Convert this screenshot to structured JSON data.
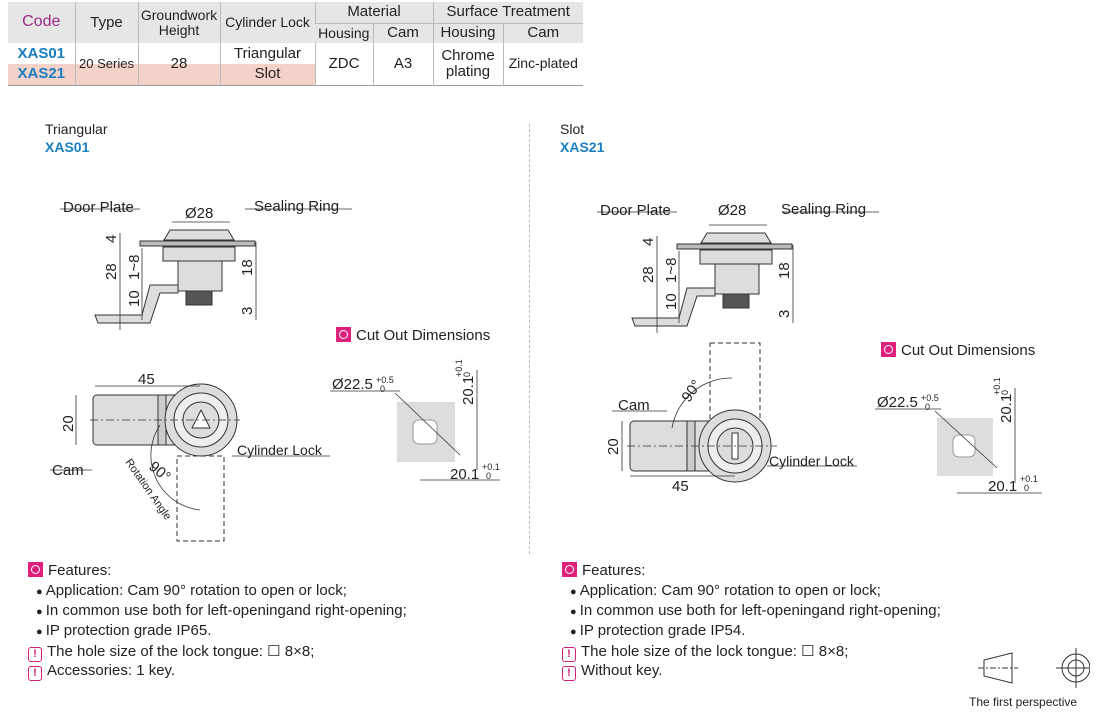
{
  "spec_table": {
    "headers": {
      "code": "Code",
      "type": "Type",
      "groundwork_height": "Groundwork Height",
      "cylinder_lock": "Cylinder Lock",
      "material": "Material",
      "surface_treatment": "Surface Treatment",
      "housing": "Housing",
      "cam": "Cam"
    },
    "rows": [
      {
        "code": "XAS01",
        "type": "20 Series",
        "height": "28",
        "cylinder_lock": "Triangular",
        "housing_material": "ZDC",
        "cam_material": "A3",
        "housing_surface": "Chrome plating",
        "cam_surface": "Zinc-plated"
      },
      {
        "code": "XAS21",
        "cylinder_lock": "Slot"
      }
    ]
  },
  "left": {
    "lock_type": "Triangular",
    "code": "XAS01",
    "labels": {
      "door_plate": "Door Plate",
      "diameter": "Ø28",
      "sealing_ring": "Sealing Ring",
      "d4": "4",
      "d28": "28",
      "d1_8": "1~8",
      "d10": "10",
      "d18": "18",
      "d3": "3",
      "d45": "45",
      "d20": "20",
      "cam": "Cam",
      "cylinder_lock": "Cylinder Lock",
      "angle": "90°",
      "rotation_angle": "Rotation Angle"
    },
    "cutout": {
      "title": "Cut Out Dimensions",
      "hole": "Ø22.5",
      "hole_tol_upper": "+0.5",
      "hole_tol_lower": "0",
      "side": "20.1",
      "side_tol_upper": "+0.1",
      "side_tol_lower": "0"
    },
    "features": {
      "title": "Features:",
      "items": [
        "Application: Cam 90° rotation to open or lock;",
        "In common use both for left-openingand right-opening;",
        "IP protection grade  IP65."
      ],
      "notes": [
        "The hole size of the lock tongue: ☐  8×8;",
        "Accessories: 1 key."
      ]
    }
  },
  "right": {
    "lock_type": "Slot",
    "code": "XAS21",
    "labels": {
      "door_plate": "Door Plate",
      "diameter": "Ø28",
      "sealing_ring": "Sealing Ring",
      "d4": "4",
      "d28": "28",
      "d1_8": "1~8",
      "d10": "10",
      "d18": "18",
      "d3": "3",
      "d45": "45",
      "d20": "20",
      "cam": "Cam",
      "cylinder_lock": "Cylinder Lock",
      "angle": "90°"
    },
    "cutout": {
      "title": "Cut Out Dimensions",
      "hole": "Ø22.5",
      "hole_tol_upper": "+0.5",
      "hole_tol_lower": "0",
      "side": "20.1",
      "side_tol_upper": "+0.1",
      "side_tol_lower": "0"
    },
    "features": {
      "title": "Features:",
      "items": [
        "Application: Cam 90° rotation to open or lock;",
        "In common use both for left-openingand right-opening;",
        "IP protection grade  IP54."
      ],
      "notes": [
        "The hole size of the lock tongue: ☐  8×8;",
        "Without key."
      ]
    }
  },
  "projection_label": "The first perspective",
  "colors": {
    "accent_blue": "#1a7fc1",
    "marker_pink": "#e0207d",
    "row_highlight": "#f4d2c9"
  }
}
